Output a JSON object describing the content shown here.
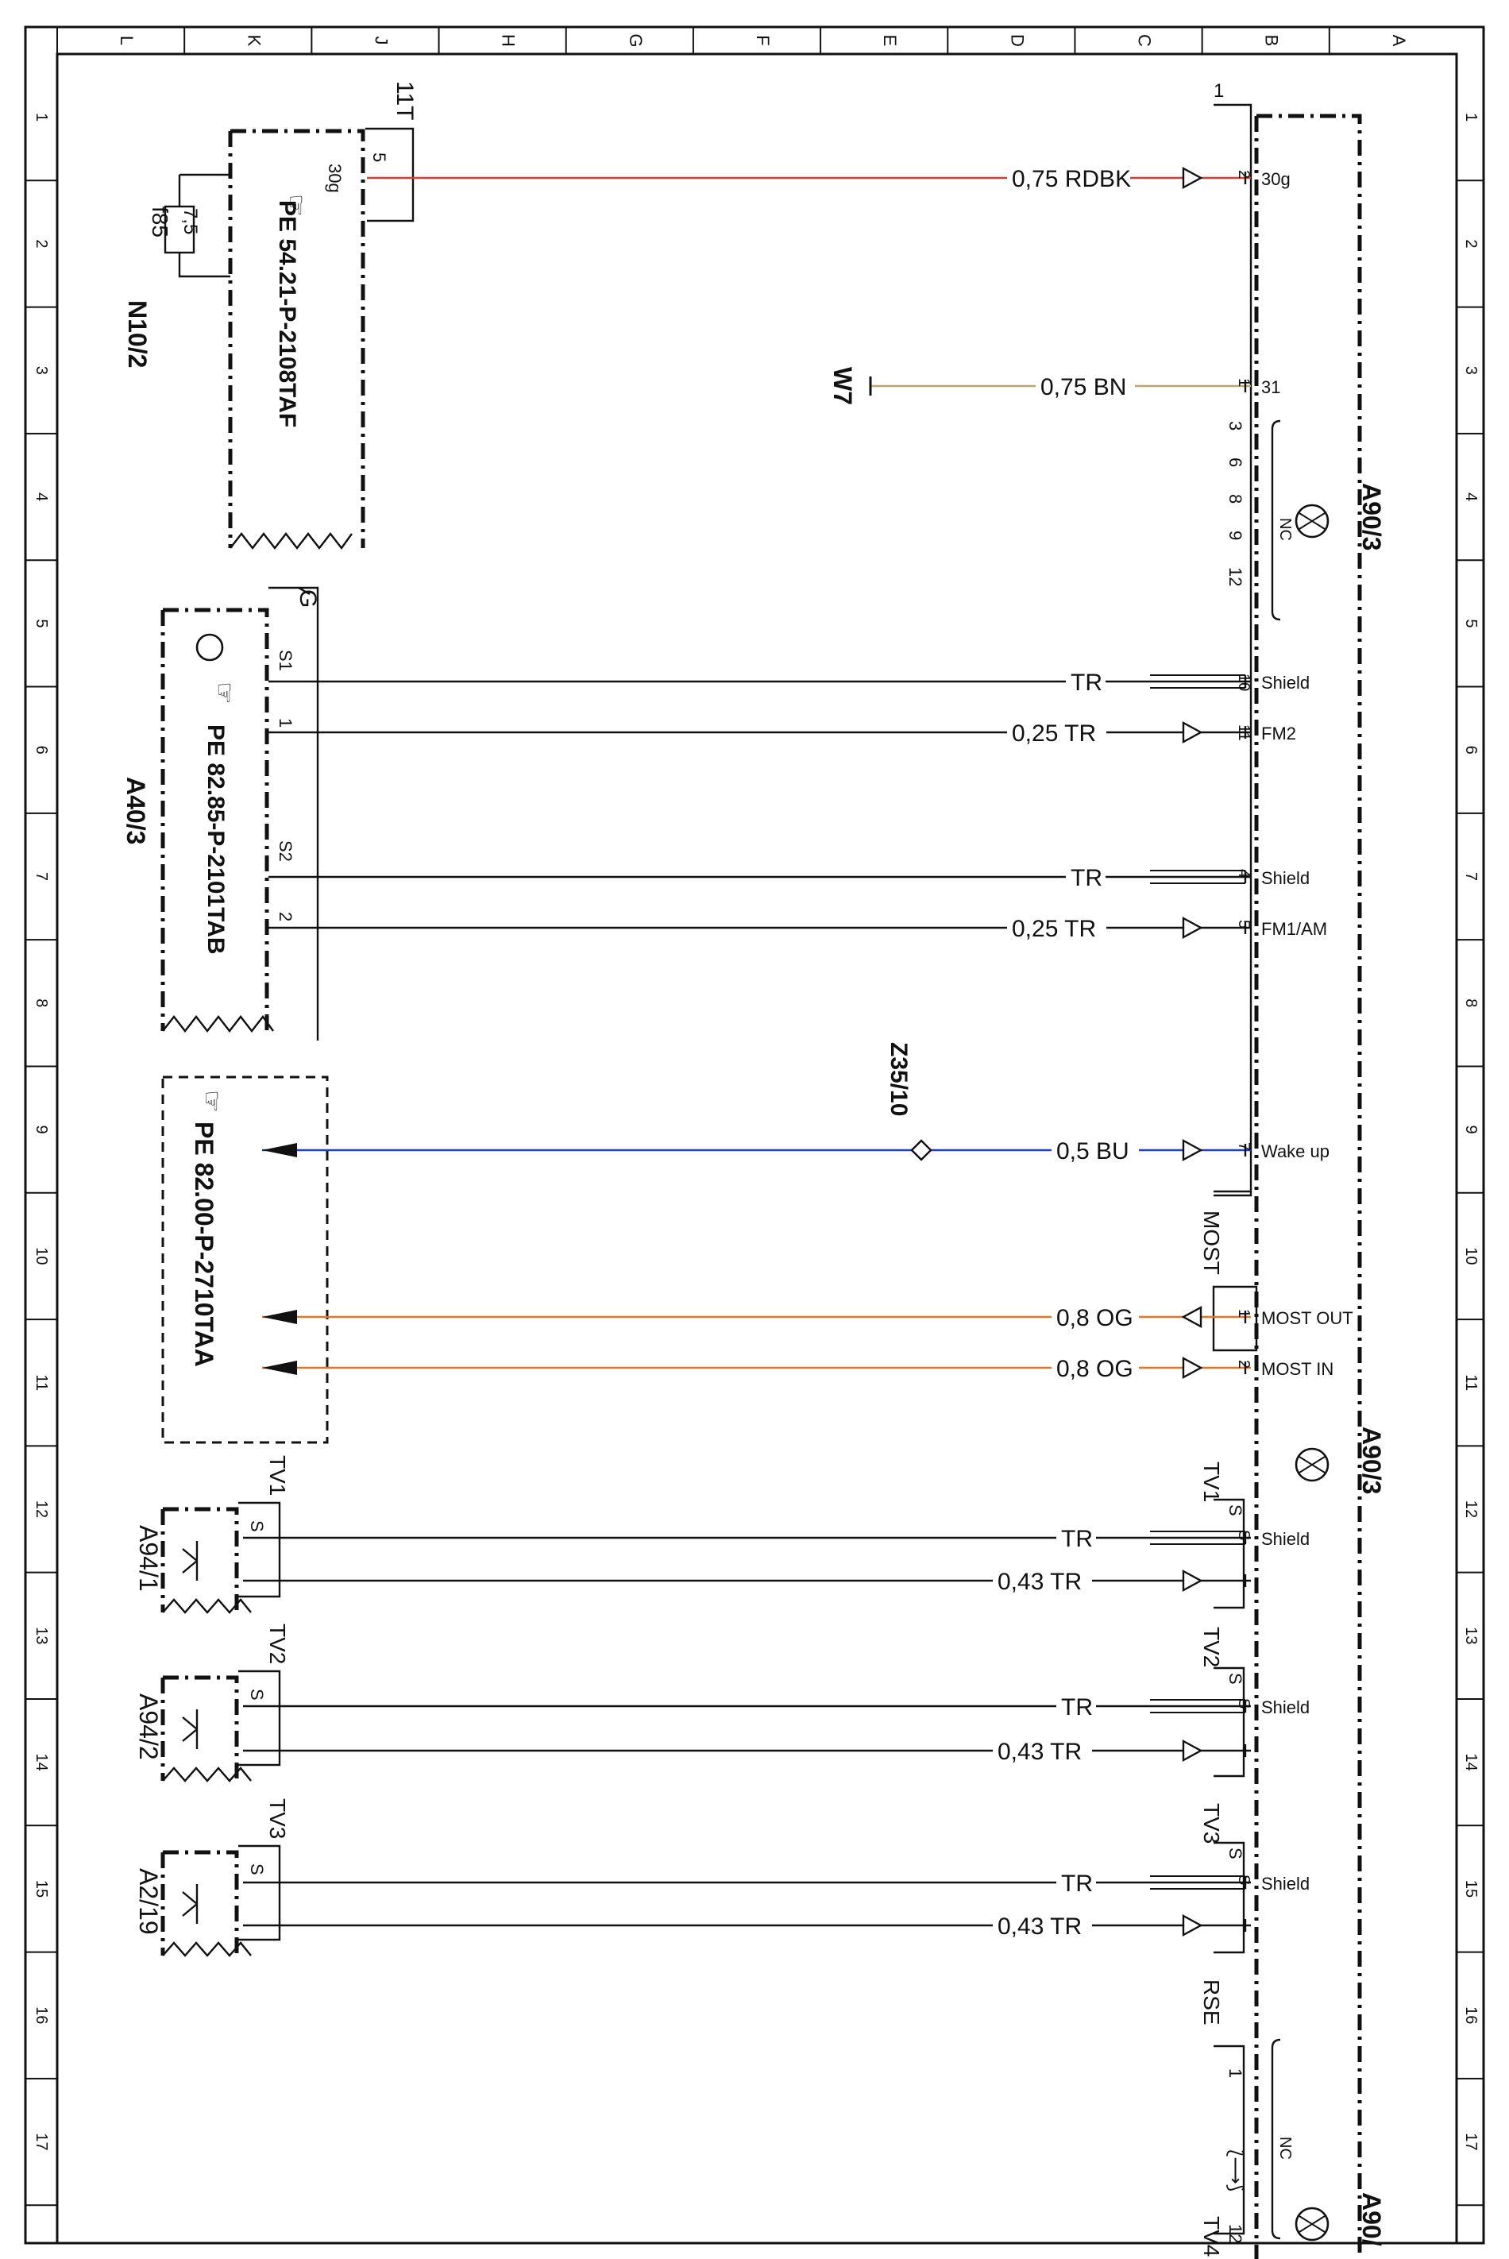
{
  "frame": {
    "columns": [
      "L",
      "K",
      "J",
      "H",
      "G",
      "F",
      "E",
      "D",
      "C",
      "B",
      "A"
    ],
    "rows": [
      "1",
      "2",
      "3",
      "4",
      "5",
      "6",
      "7",
      "8",
      "9",
      "10",
      "11",
      "12",
      "13",
      "14",
      "15",
      "16",
      "17"
    ]
  },
  "components": {
    "n10_2": {
      "id": "N10/2",
      "ref": "PE 54.21-P-2108TAF",
      "fuse": "f85",
      "fuse_value": "7,5",
      "pin_a": "30g",
      "pin_b": "5",
      "conn": "11T"
    },
    "w7": {
      "id": "W7"
    },
    "a40_3": {
      "id": "A40/3",
      "ref": "PE 82.85-P-2101TAB",
      "conn": "G",
      "pins": [
        "S1",
        "1",
        "S2",
        "2"
      ]
    },
    "z35_10": {
      "id": "Z35/10"
    },
    "pe_most": {
      "ref": "PE 82.00-P-2710TAA"
    },
    "a94_1": {
      "id": "A94/1",
      "conn": "TV1",
      "pin": "S"
    },
    "a94_2": {
      "id": "A94/2",
      "conn": "TV2",
      "pin": "S"
    },
    "a2_19": {
      "id": "A2/19",
      "conn": "TV3",
      "pin": "S"
    },
    "a90_3": {
      "id": "A90/3",
      "ids": [
        "A90/3",
        "A90/3",
        "A90/"
      ],
      "conn_1": "1",
      "conn_most": "MOST",
      "conn_tv1": "TV1",
      "conn_tv2": "TV2",
      "conn_tv3": "TV3",
      "conn_rse": "RSE",
      "conn_tv4": "TV4",
      "nc": "NC"
    }
  },
  "wires": [
    {
      "key": "w1",
      "label": "0,75 RDBK",
      "pin": "2",
      "func": "30g",
      "color": "#e03a2a"
    },
    {
      "key": "w2",
      "label": "0,75 BN",
      "pin": "1",
      "func": "31",
      "color": "#b8a86a"
    },
    {
      "key": "w3",
      "label": "TR",
      "pin": "10",
      "func": "Shield",
      "color": "#111111"
    },
    {
      "key": "w4",
      "label": "0,25 TR",
      "pin": "11",
      "func": "FM2",
      "color": "#111111"
    },
    {
      "key": "w5",
      "label": "TR",
      "pin": "4",
      "func": "Shield",
      "color": "#111111"
    },
    {
      "key": "w6",
      "label": "0,25 TR",
      "pin": "5",
      "func": "FM1/AM",
      "color": "#111111"
    },
    {
      "key": "w7",
      "label": "0,5 BU",
      "pin": "7",
      "func": "Wake up",
      "color": "#1f3fd0"
    },
    {
      "key": "w8",
      "label": "0,8 OG",
      "pin": "1",
      "func": "MOST OUT",
      "color": "#e07820"
    },
    {
      "key": "w9",
      "label": "0,8 OG",
      "pin": "2",
      "func": "MOST IN",
      "color": "#e07820"
    },
    {
      "key": "w10",
      "label": "TR",
      "pin": "S",
      "func": "Shield",
      "color": "#111111"
    },
    {
      "key": "w11",
      "label": "0,43 TR",
      "pin": "",
      "func": "",
      "color": "#111111"
    },
    {
      "key": "w12",
      "label": "TR",
      "pin": "S",
      "func": "Shield",
      "color": "#111111"
    },
    {
      "key": "w13",
      "label": "0,43 TR",
      "pin": "",
      "func": "",
      "color": "#111111"
    },
    {
      "key": "w14",
      "label": "TR",
      "pin": "S",
      "func": "Shield",
      "color": "#111111"
    },
    {
      "key": "w15",
      "label": "0,43 TR",
      "pin": "",
      "func": "",
      "color": "#111111"
    }
  ],
  "nc_pins_top": [
    "3",
    "6",
    "8",
    "9",
    "12"
  ],
  "nc_pins_rse": [
    "1",
    "12"
  ]
}
